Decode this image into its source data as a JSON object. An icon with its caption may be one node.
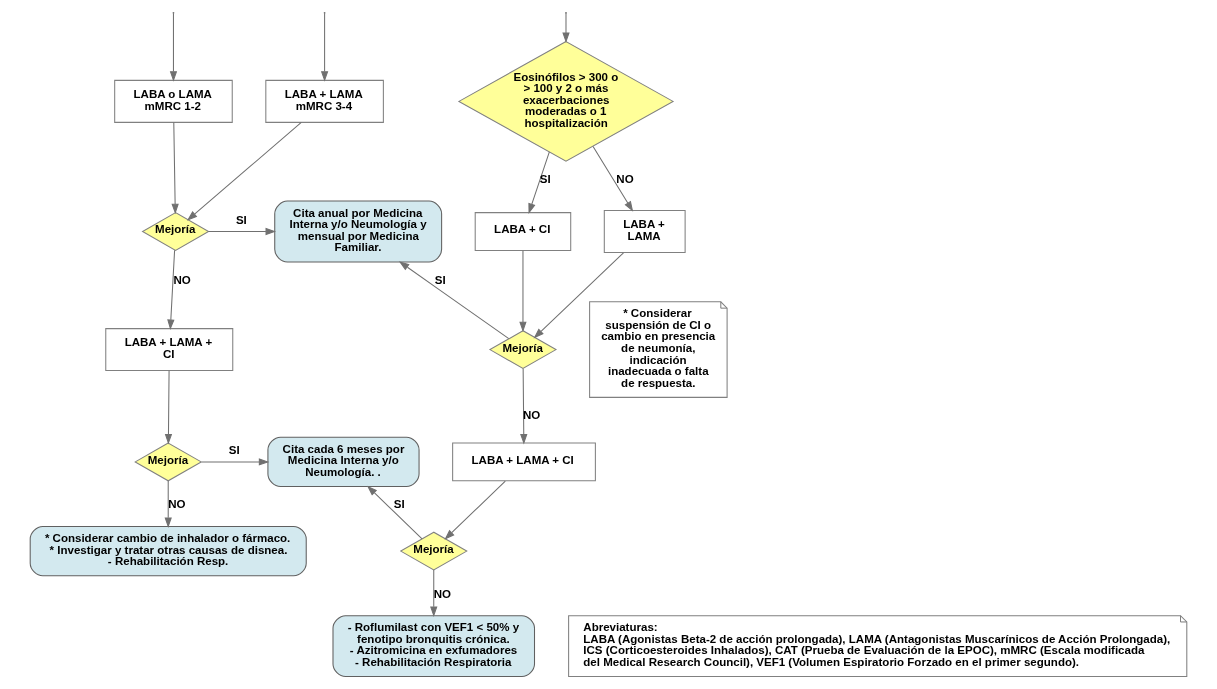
{
  "diagram": {
    "nodes": [
      {
        "text": [
          "LABA o LAMA mMRC 1-2"
        ]
      },
      {
        "text": [
          "LABA + LAMA mMRC 3-4"
        ]
      },
      {
        "text": [
          "Eosinófilos > 300 o > 100 y 2 o más exacerbaciones moderadas o 1 hospitalización"
        ]
      },
      {
        "text": [
          "Mejoría"
        ]
      },
      {
        "text": [
          "Cita anual por Medicina Interna y/o Neumología y mensual por Medicina Familiar."
        ]
      },
      {
        "text": [
          "LABA + CI"
        ]
      },
      {
        "text": [
          "LABA + LAMA"
        ]
      },
      {
        "text": [
          "Mejoría"
        ]
      },
      {
        "text": [
          "* Considerar suspensión de CI o cambio en presencia de neumonía, indicación inadecuada o falta de respuesta."
        ]
      },
      {
        "text": [
          "LABA + LAMA + CI"
        ]
      },
      {
        "text": [
          "Mejoría"
        ]
      },
      {
        "text": [
          "Cita cada 6 meses por Medicina Interna y/o Neumología. ."
        ]
      },
      {
        "text": [
          "LABA + LAMA + CI"
        ]
      },
      {
        "text": [
          "Mejoría"
        ]
      },
      {
        "text": [
          "* Considerar cambio de inhalador o fármaco.",
          "* Investigar y tratar otras causas de disnea.",
          "- Rehabilitación Resp."
        ]
      },
      {
        "text": [
          "- Roflumilast con VEF1 < 50% y fenotipo bronquitis crónica.",
          "- Azitromicina en exfumadores",
          "- Rehabilitación Respiratoria"
        ]
      },
      {
        "text": [
          "Abreviaturas:",
          "LABA (Agonistas Beta-2 de acción prolongada), LAMA (Antagonistas Muscarínicos de Acción Prolongada), ICS (Corticoesteroides Inhalados), CAT (Prueba de Evaluación de la EPOC), mMRC (Escala modificada del Medical Research Council), VEF1 (Volumen Espiratorio Forzado en el primer segundo)."
        ]
      }
    ],
    "edges": [
      {
        "from": null,
        "to": 0,
        "arrow": "to"
      },
      {
        "from": null,
        "to": 1,
        "arrow": "to"
      },
      {
        "from": null,
        "to": 2,
        "arrow": "to"
      },
      {
        "from": 2,
        "to": 5,
        "arrow": "to",
        "label": "SI"
      },
      {
        "from": 2,
        "to": 6,
        "arrow": "to",
        "label": "NO"
      },
      {
        "from": 0,
        "to": 3,
        "arrow": "to"
      },
      {
        "from": 1,
        "to": 3,
        "arrow": "to"
      },
      {
        "from": 3,
        "to": 4,
        "arrow": "to",
        "label": "SI"
      },
      {
        "from": 3,
        "to": 9,
        "arrow": "to",
        "label": "NO"
      },
      {
        "from": 5,
        "to": 7,
        "arrow": "to"
      },
      {
        "from": 6,
        "to": 7,
        "arrow": "to"
      },
      {
        "from": 7,
        "to": 4,
        "arrow": "to",
        "label": "SI"
      },
      {
        "from": 7,
        "to": 12,
        "arrow": "to",
        "label": "NO"
      },
      {
        "from": 9,
        "to": 10,
        "arrow": "to"
      },
      {
        "from": 10,
        "to": 11,
        "arrow": "to",
        "label": "SI"
      },
      {
        "from": 12,
        "to": 13,
        "arrow": "to"
      },
      {
        "from": 13,
        "to": 11,
        "arrow": "to",
        "label": "SI"
      },
      {
        "from": 10,
        "to": 14,
        "arrow": "to",
        "label": "NO"
      },
      {
        "from": 13,
        "to": 15,
        "arrow": "to",
        "label": "NO"
      }
    ]
  }
}
